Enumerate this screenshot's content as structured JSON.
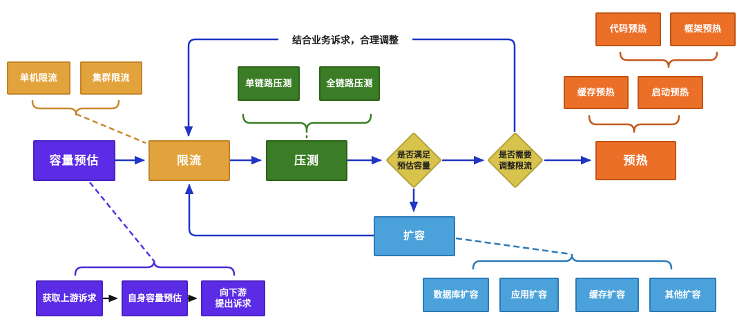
{
  "diagram": {
    "type": "flowchart",
    "language": "zh-CN",
    "edge_label": "结合业务诉求，合理调整"
  },
  "colors": {
    "flow_arrow": "#1F35C4",
    "purple_node": "#5B2BE6",
    "amber_node": "#E3A33C",
    "green_node": "#3B7D26",
    "orange_node": "#EC6F28",
    "blue_node": "#4BA2DB",
    "decision_fill": "#D8C44C",
    "black_arrow": "#111111"
  },
  "nodes": {
    "capacity_estimate": {
      "label": "容量预估"
    },
    "rate_limit": {
      "label": "限流"
    },
    "stress_test": {
      "label": "压测"
    },
    "preheat": {
      "label": "预热"
    },
    "scale_out": {
      "label": "扩容"
    },
    "check_capacity": {
      "line1": "是否满足",
      "line2": "预估容量"
    },
    "check_adjust": {
      "line1": "是否需要",
      "line2": "调整限流"
    },
    "single_machine_limit": {
      "label": "单机限流"
    },
    "cluster_limit": {
      "label": "集群限流"
    },
    "single_link_test": {
      "label": "单链路压测"
    },
    "full_link_test": {
      "label": "全链路压测"
    },
    "code_preheat": {
      "label": "代码预热"
    },
    "framework_preheat": {
      "label": "框架预热"
    },
    "cache_preheat": {
      "label": "缓存预热"
    },
    "startup_preheat": {
      "label": "启动预热"
    },
    "get_upstream_demand": {
      "label": "获取上游诉求"
    },
    "self_capacity_estimate": {
      "label": "自身容量预估"
    },
    "downstream_demand": {
      "line1": "向下游",
      "line2": "提出诉求"
    },
    "db_scale": {
      "label": "数据库扩容"
    },
    "app_scale": {
      "label": "应用扩容"
    },
    "cache_scale": {
      "label": "缓存扩容"
    },
    "other_scale": {
      "label": "其他扩容"
    }
  }
}
